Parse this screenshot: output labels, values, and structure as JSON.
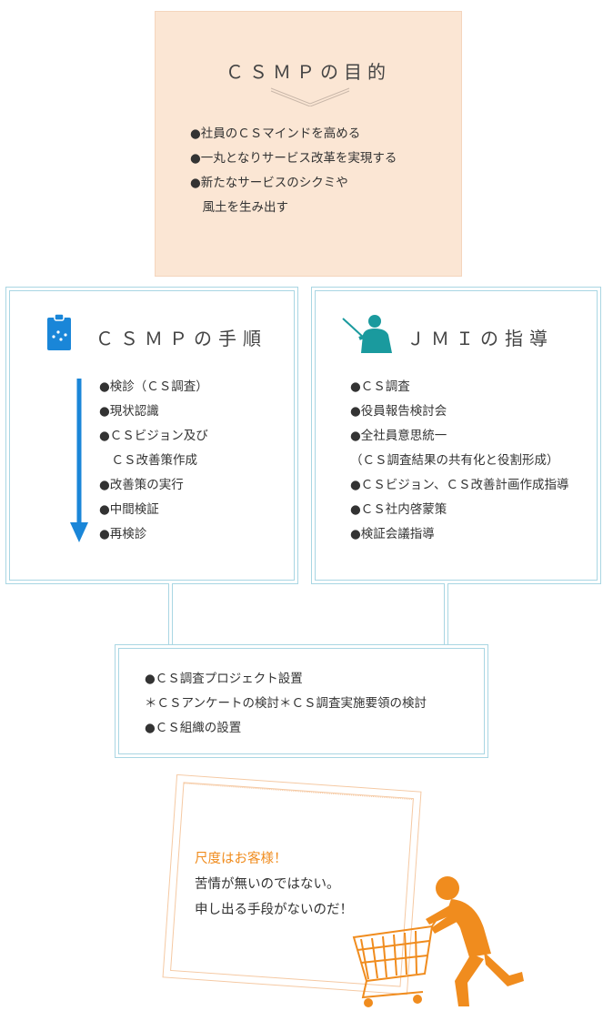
{
  "purpose": {
    "title": "ＣＳＭＰの目的",
    "items": [
      "●社員のＣＳマインドを高める",
      "●一丸となりサービス改革を実現する",
      "●新たなサービスのシクミや",
      "　風土を生み出す"
    ]
  },
  "procedure": {
    "title": "ＣＳＭＰの手順",
    "icon": "clipboard-icon",
    "items": [
      "●検診（ＣＳ調査）",
      "●現状認識",
      "●ＣＳビジョン及び",
      "　ＣＳ改善策作成",
      "●改善策の実行",
      "●中間検証",
      "●再検診"
    ]
  },
  "jmi": {
    "title": "ＪＭＩの指導",
    "icon": "presenter-icon",
    "items": [
      "●ＣＳ調査",
      "●役員報告検討会",
      "●全社員意思統一",
      "（ＣＳ調査結果の共有化と役割形成）",
      "●ＣＳビジョン、ＣＳ改善計画作成指導",
      "●ＣＳ社内啓蒙策",
      "●検証会議指導"
    ]
  },
  "project": {
    "items": [
      "●ＣＳ調査プロジェクト設置",
      "＊ＣＳアンケートの検討＊ＣＳ調査実施要領の検討",
      "●ＣＳ組織の設置"
    ]
  },
  "note": {
    "headline": "尺度はお客様！",
    "line1": "苦情が無いのではない。",
    "line2": "申し出る手段がないのだ！"
  },
  "colors": {
    "purpose_bg": "#fbe6d4",
    "frame_border": "#a9d6e3",
    "arrow_blue": "#1a86d8",
    "accent_orange": "#f08c1e"
  }
}
